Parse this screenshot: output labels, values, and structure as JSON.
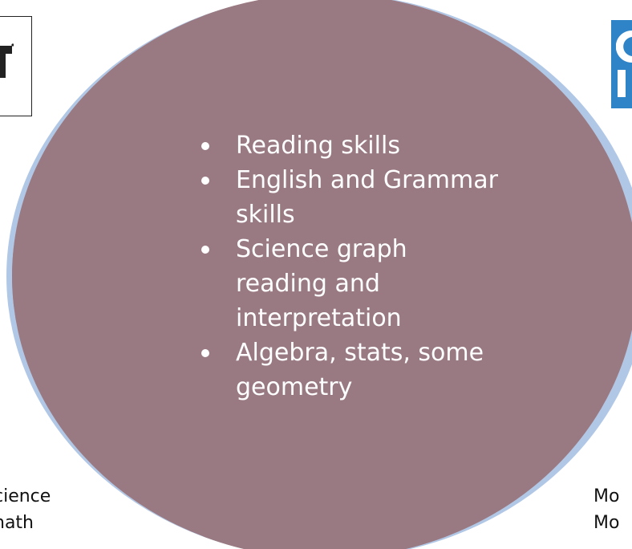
{
  "diagram": {
    "type": "venn",
    "colors": {
      "left_circle": "#b98f89",
      "right_circle": "#b1c7e6",
      "overlap": "#997a83",
      "text": "#ffffff"
    },
    "overlap_items": [
      "Reading skills",
      "English and Grammar skills",
      "Science graph reading and interpretation",
      "Algebra, stats, some geometry"
    ],
    "left_text_lines": [
      "cience",
      "nath"
    ],
    "right_text_lines": [
      "Mo",
      "Mo"
    ]
  },
  "logos": {
    "left": {
      "icon": "act-logo-icon",
      "color": "#222222"
    },
    "right": {
      "icon": "sat-logo-icon",
      "color": "#2f84c8"
    }
  }
}
